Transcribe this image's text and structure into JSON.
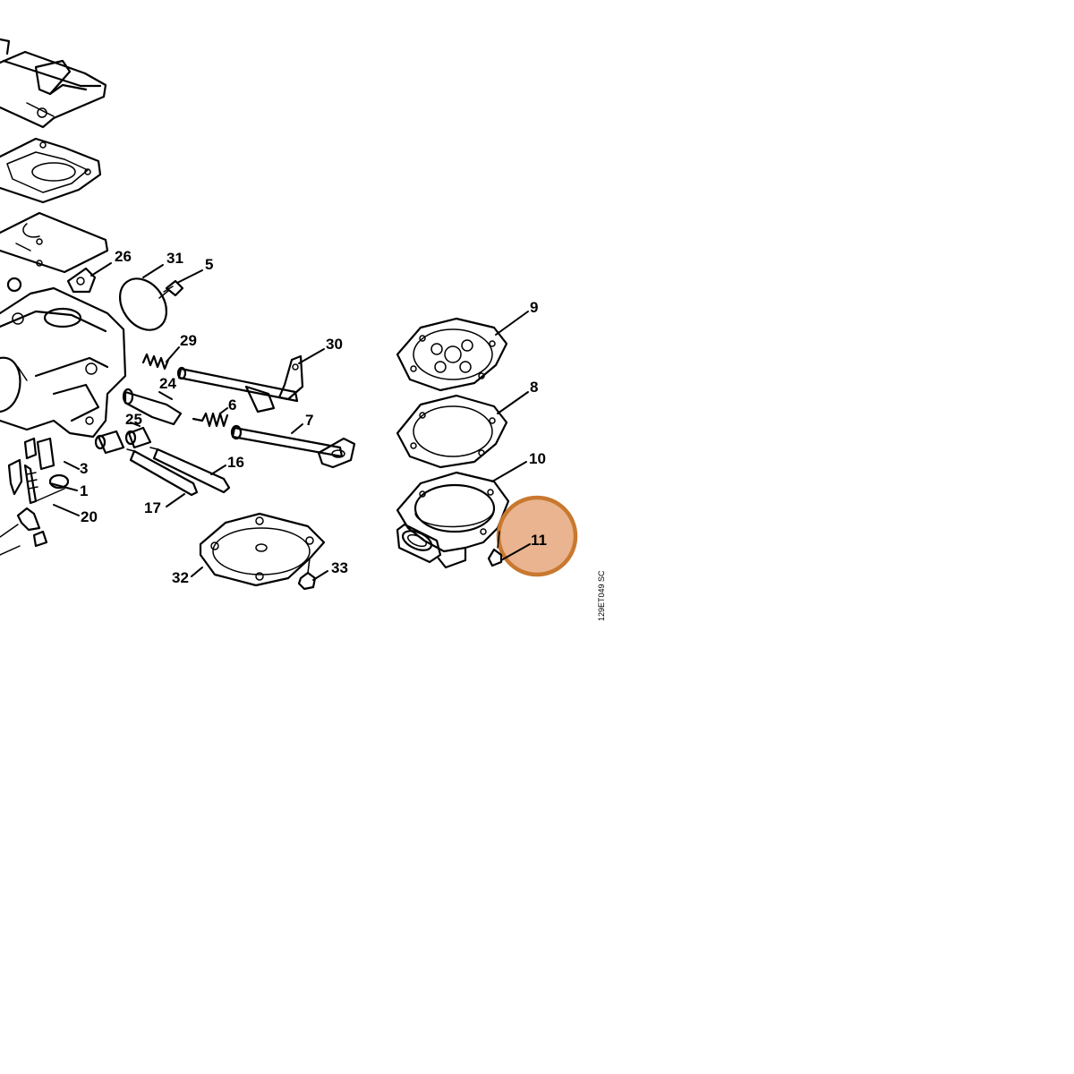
{
  "diagram": {
    "callouts": [
      {
        "label": "26"
      },
      {
        "label": "31"
      },
      {
        "label": "5"
      },
      {
        "label": "29"
      },
      {
        "label": "30"
      },
      {
        "label": "24"
      },
      {
        "label": "6"
      },
      {
        "label": "7"
      },
      {
        "label": "25"
      },
      {
        "label": "16"
      },
      {
        "label": "3"
      },
      {
        "label": "1"
      },
      {
        "label": "20"
      },
      {
        "label": "17"
      },
      {
        "label": "32"
      },
      {
        "label": "33"
      },
      {
        "label": "9"
      },
      {
        "label": "8"
      },
      {
        "label": "10"
      },
      {
        "label": "11"
      }
    ],
    "highlighted_part": "11",
    "highlight_color": "#e9b48f",
    "highlight_border_color": "#c9782f",
    "drawing_code": "129ET049 SC"
  }
}
